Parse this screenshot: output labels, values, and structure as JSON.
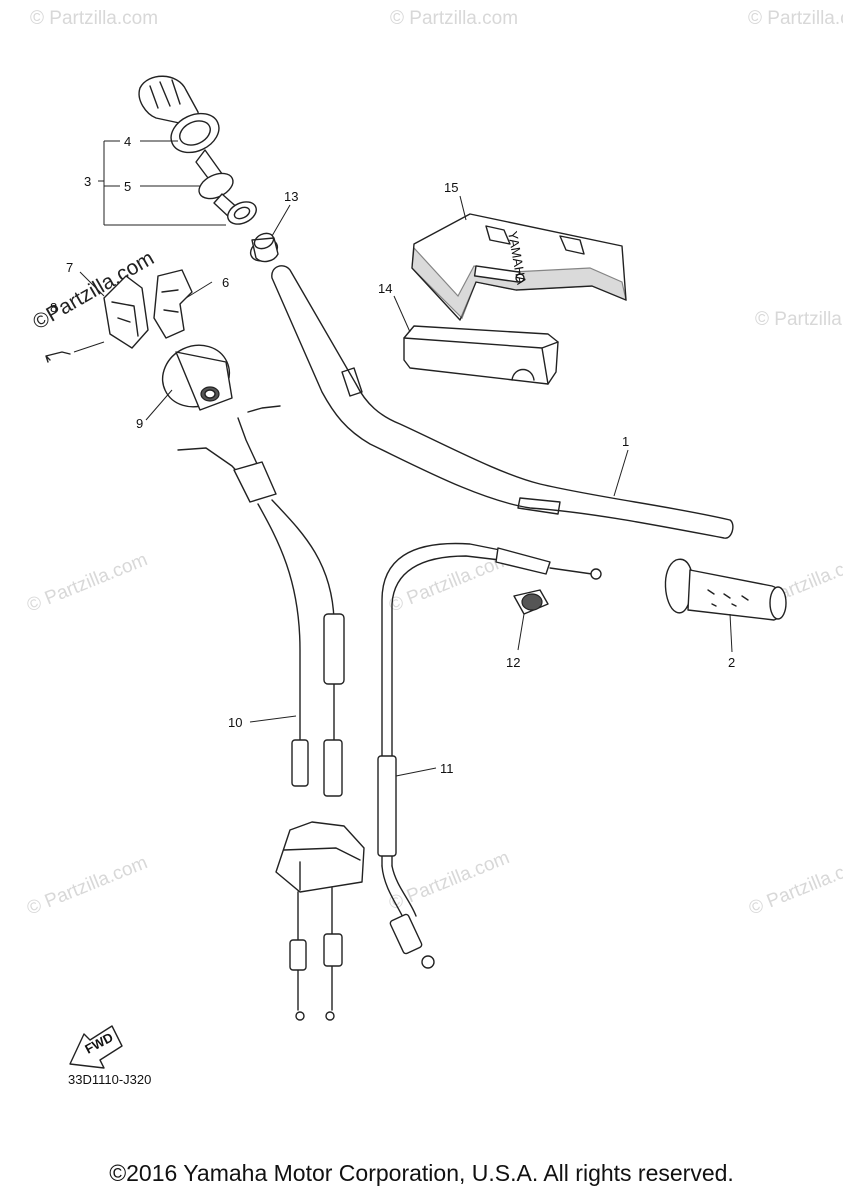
{
  "watermark": "© Partzilla.com",
  "watermark_dark": "©Partzilla.com",
  "callouts": {
    "c1": "1",
    "c2": "2",
    "c3": "3",
    "c4": "4",
    "c5": "5",
    "c6": "6",
    "c7": "7",
    "c8": "8",
    "c9": "9",
    "c10": "10",
    "c11": "11",
    "c12": "12",
    "c13": "13",
    "c14": "14",
    "c15": "15"
  },
  "brand_text": "YAMAHA",
  "fwd_label": "FWD",
  "diagram_ref": "33D1110-J320",
  "copyright": "©2016 Yamaha Motor Corporation, U.S.A. All rights reserved."
}
